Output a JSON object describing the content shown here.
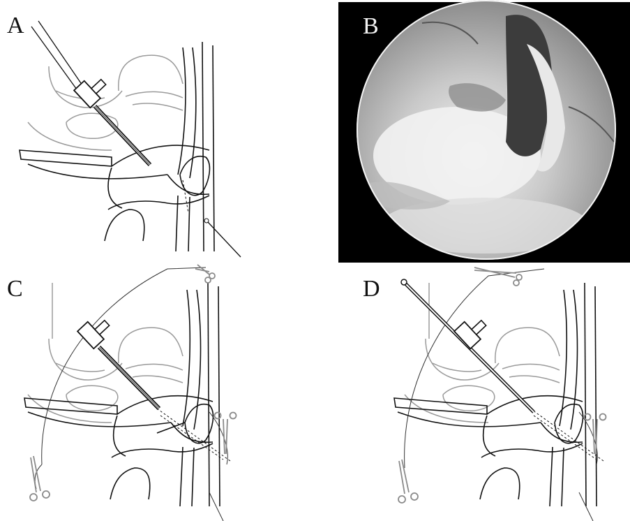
{
  "panels": {
    "a": {
      "label": "A"
    },
    "b": {
      "label": "B"
    },
    "c": {
      "label": "C"
    },
    "d": {
      "label": "D"
    }
  },
  "colors": {
    "line": "#111111",
    "bone_outline": "#9a9a9a",
    "clamp": "#8a8a8a",
    "background": "#ffffff",
    "arthroscopy_background": "#000000"
  },
  "icons": [
    "drill-guide-icon",
    "hemostat-clamp-icon",
    "arthroscopic-view-image"
  ]
}
